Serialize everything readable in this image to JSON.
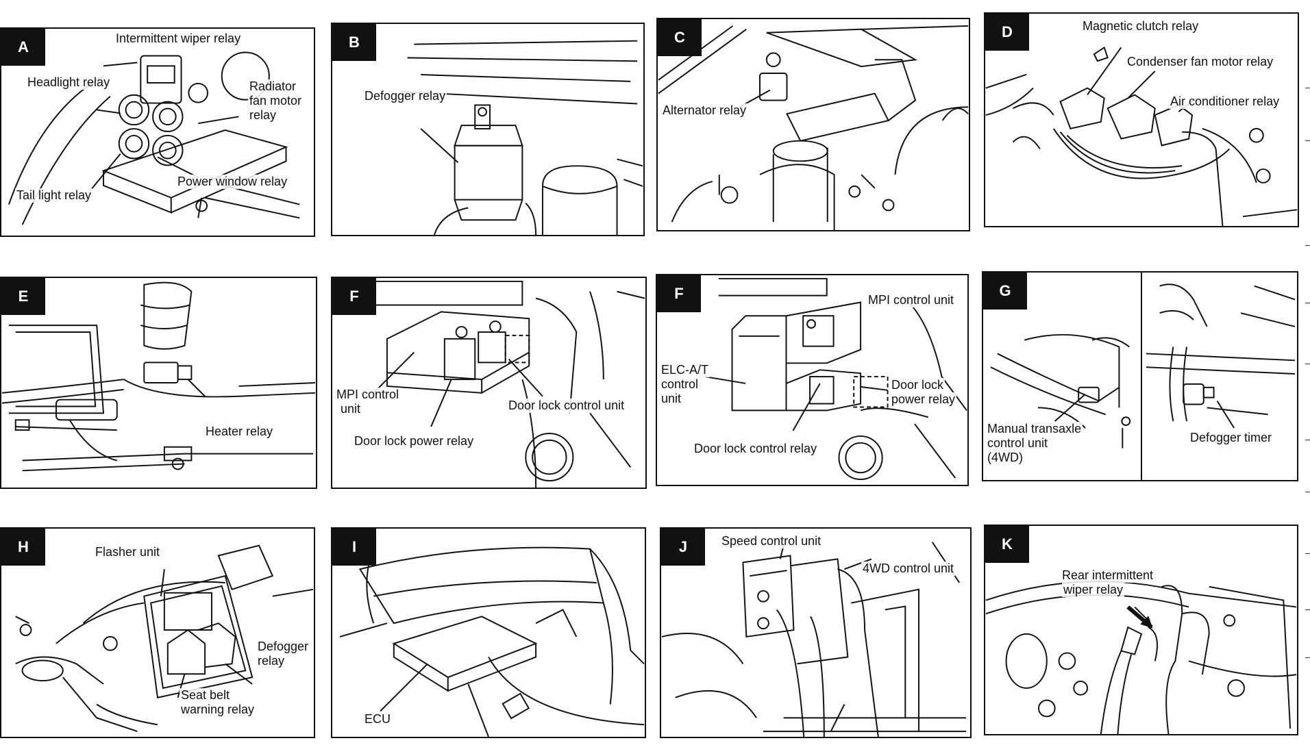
{
  "panels": [
    {
      "letter": "A",
      "labels": {
        "intermittent_wiper_relay": "Intermittent wiper relay",
        "headlight_relay": "Headlight relay",
        "radiator_fan_motor_relay_1": "Radiator",
        "radiator_fan_motor_relay_2": "fan motor",
        "radiator_fan_motor_relay_3": "relay",
        "power_window_relay": "Power window relay",
        "tail_light_relay": "Tail light relay"
      }
    },
    {
      "letter": "B",
      "labels": {
        "defogger_relay": "Defogger relay"
      }
    },
    {
      "letter": "C",
      "labels": {
        "alternator_relay": "Alternator relay"
      }
    },
    {
      "letter": "D",
      "labels": {
        "magnetic_clutch_relay": "Magnetic clutch relay",
        "condenser_fan_motor_relay": "Condenser fan motor relay",
        "air_conditioner_relay": "Air conditioner relay"
      }
    },
    {
      "letter": "E",
      "labels": {
        "heater_relay": "Heater relay"
      }
    },
    {
      "letter": "F",
      "labels": {
        "mpi_control_unit_1": "MPI control",
        "mpi_control_unit_2": "unit",
        "door_lock_control_unit": "Door lock control unit",
        "door_lock_power_relay": "Door lock power relay"
      }
    },
    {
      "letter": "F",
      "labels": {
        "mpi_control_unit": "MPI control unit",
        "elc_at_1": "ELC-A/T",
        "elc_at_2": "control",
        "elc_at_3": "unit",
        "door_lock_power_relay_1": "Door lock",
        "door_lock_power_relay_2": "power relay",
        "door_lock_control_relay": "Door lock control relay"
      }
    },
    {
      "letter": "G",
      "labels": {
        "manual_transaxle_1": "Manual transaxle",
        "manual_transaxle_2": "control unit",
        "manual_transaxle_3": "(4WD)",
        "defogger_timer": "Defogger timer"
      }
    },
    {
      "letter": "H",
      "labels": {
        "flasher_unit": "Flasher unit",
        "defogger_relay_1": "Defogger",
        "defogger_relay_2": "relay",
        "seat_belt_1": "Seat belt",
        "seat_belt_2": "warning relay"
      }
    },
    {
      "letter": "I",
      "labels": {
        "ecu": "ECU"
      }
    },
    {
      "letter": "J",
      "labels": {
        "speed_control_unit": "Speed control unit",
        "fourwd_control_unit": "4WD control unit"
      }
    },
    {
      "letter": "K",
      "labels": {
        "rear_wiper_1": "Rear intermittent",
        "rear_wiper_2": "wiper relay"
      }
    }
  ]
}
